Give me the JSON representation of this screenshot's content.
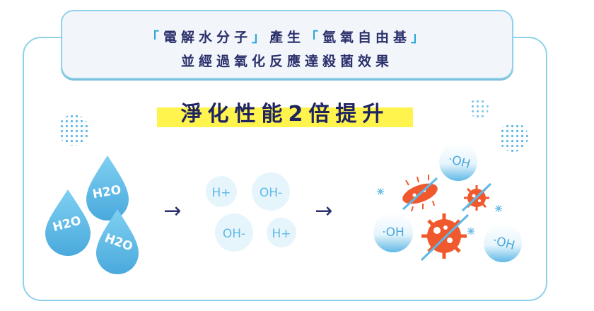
{
  "header": {
    "line1": {
      "p1": "「",
      "p2": "電解水分子",
      "p3": "」",
      "p4": "產生",
      "p5": "「",
      "p6": "氫氧自由基",
      "p7": "」"
    },
    "line2": "並經過氧化反應達殺菌效果"
  },
  "headline": "淨化性能2倍提升",
  "steps": {
    "water": [
      "H2O",
      "H2O",
      "H2O"
    ],
    "arrow1": "→",
    "ions": [
      "H+",
      "OH-",
      "OH-",
      "H+"
    ],
    "arrow2": "→",
    "radicals": [
      "·OH",
      "·OH",
      "·OH"
    ]
  },
  "colors": {
    "accent": "#2aa6d6",
    "navy": "#2a2f6b",
    "highlight": "#fff34d",
    "drop": "#6fc4ec",
    "bacteria": "#f0592e"
  }
}
